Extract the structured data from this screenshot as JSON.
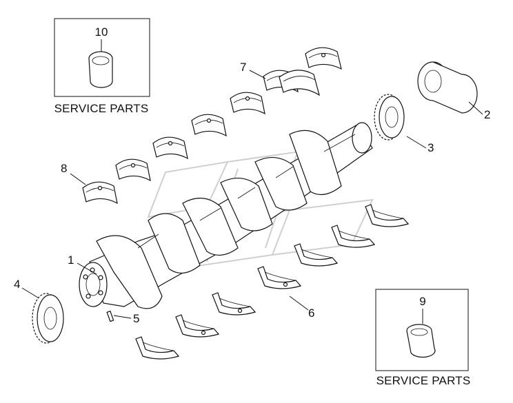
{
  "callouts": {
    "c1": "1",
    "c2": "2",
    "c3": "3",
    "c4": "4",
    "c5": "5",
    "c6": "6",
    "c7": "7",
    "c8": "8",
    "c9": "9",
    "c10": "10"
  },
  "service_boxes": {
    "top_left": "SERVICE PARTS",
    "bottom_right": "SERVICE PARTS"
  }
}
